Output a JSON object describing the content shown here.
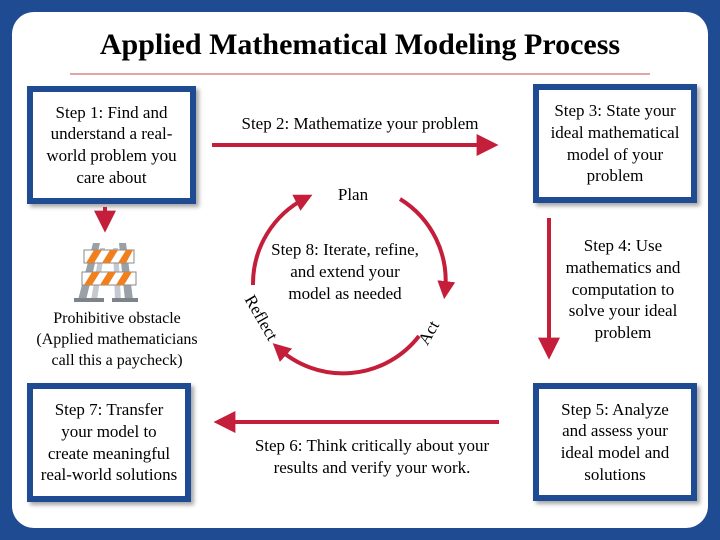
{
  "title": "Applied Mathematical Modeling Process",
  "steps": {
    "step1": "Step 1: Find and understand a real-world problem you care about",
    "step2": "Step 2: Mathematize your problem",
    "step3": "Step 3: State your ideal mathematical model of your problem",
    "step4": "Step 4: Use mathematics and computation to solve your ideal problem",
    "step5": "Step 5: Analyze and assess your ideal model and solutions",
    "step6": "Step 6: Think critically about your results and verify your work.",
    "step7": "Step 7: Transfer your model to create meaningful real-world solutions",
    "step8": "Step 8: Iterate, refine, and extend your model as needed"
  },
  "obstacle": "Prohibitive obstacle (Applied mathematicians call this a paycheck)",
  "cycle": {
    "plan": "Plan",
    "act": "Act",
    "reflect": "Reflect"
  },
  "colors": {
    "frame": "#1f4b93",
    "arrow": "#c41e3a",
    "barrier_orange": "#f0801e"
  },
  "icons": [
    "barricade-icon"
  ]
}
